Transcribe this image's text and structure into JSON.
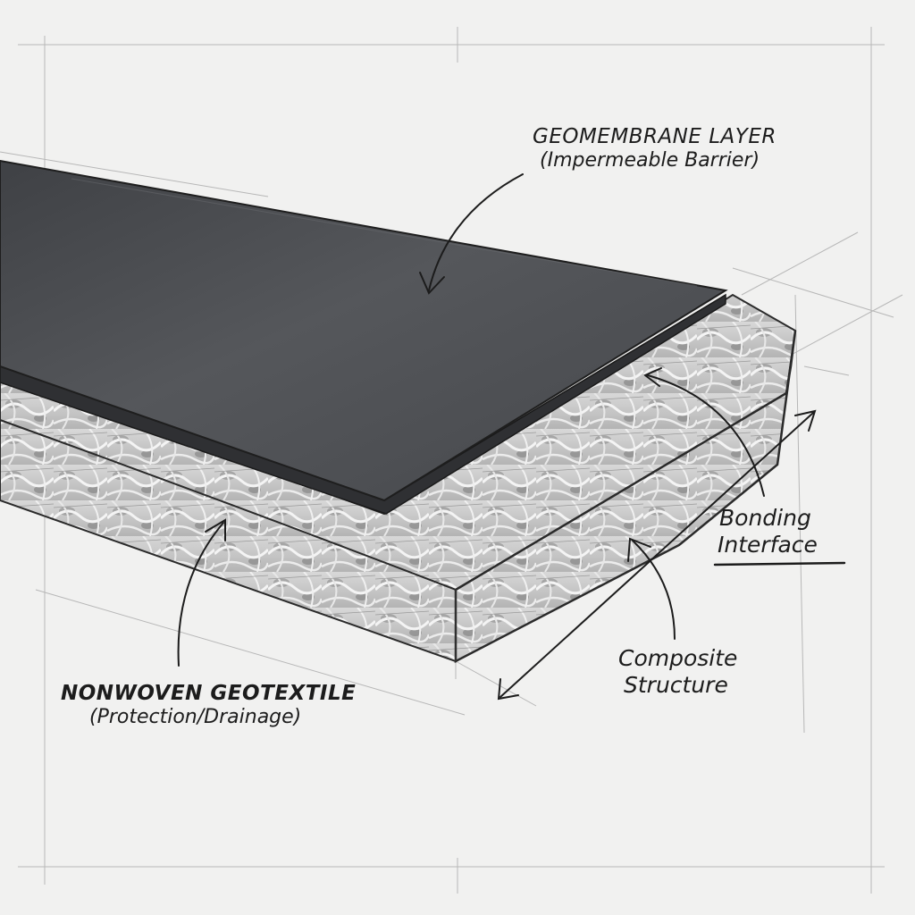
{
  "diagram": {
    "subject": "Geomembrane / geotextile composite cross-section sketch",
    "colors": {
      "paper": "#f1f1f0",
      "membrane_top": "#4a4c50",
      "membrane_edge": "#2f3033",
      "geotextile": "#c9c9c9",
      "ink": "#1c1c1c",
      "construction_line": "#9a9a9a"
    },
    "labels": {
      "geomembrane": {
        "title": "GEOMEMBRANE LAYER",
        "sub": "(Impermeable Barrier)"
      },
      "geotextile": {
        "title": "NONWOVEN GEOTEXTILE",
        "sub": "(Protection/Drainage)"
      },
      "bonding": {
        "line1": "Bonding",
        "line2": "Interface"
      },
      "composite": {
        "line1": "Composite",
        "line2": "Structure"
      }
    },
    "arrows": [
      {
        "name": "geomembrane-arrow",
        "points_to": "geomembrane top surface"
      },
      {
        "name": "geotextile-arrow",
        "points_to": "geotextile front face"
      },
      {
        "name": "bonding-arrow",
        "points_to": "interface between layers"
      },
      {
        "name": "composite-arrow",
        "points_to": "composite side face"
      },
      {
        "name": "dimension-arrow",
        "points_to": "overall length of composite"
      }
    ]
  }
}
